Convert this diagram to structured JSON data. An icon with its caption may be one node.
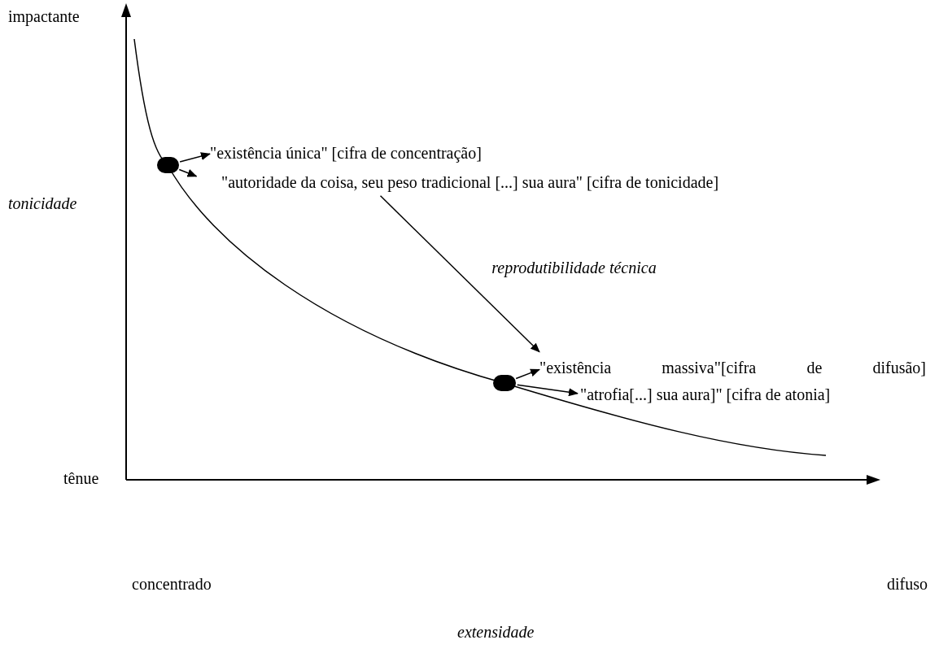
{
  "diagram": {
    "nodes": [
      {
        "text": [],
        "shape": "circle"
      },
      {
        "text": [
          "\"existência única\" [cifra de concentração]"
        ]
      },
      {
        "text": [
          "\"autoridade da coisa, seu peso tradicional [...] sua aura\" [cifra de tonicidade]"
        ]
      },
      {
        "text": [],
        "shape": "circle"
      },
      {
        "text": [
          "\"existência massiva\"[cifra de difusão]"
        ]
      },
      {
        "text": [
          "\"atrofia[...] sua aura]\" [cifra de atonia]"
        ]
      }
    ],
    "edges": [
      {
        "from": 0,
        "to": 1,
        "arrow": "to"
      },
      {
        "from": 0,
        "to": 2,
        "arrow": "to"
      },
      {
        "from": 2,
        "to": 4,
        "arrow": "to",
        "label": "reprodutibilidade técnica"
      },
      {
        "from": 3,
        "to": 4,
        "arrow": "to"
      },
      {
        "from": 3,
        "to": 5,
        "arrow": "to"
      }
    ],
    "labels": [
      "impactante",
      "tonicidade",
      "tênue",
      "concentrado",
      "difuso",
      "extensidade"
    ]
  }
}
